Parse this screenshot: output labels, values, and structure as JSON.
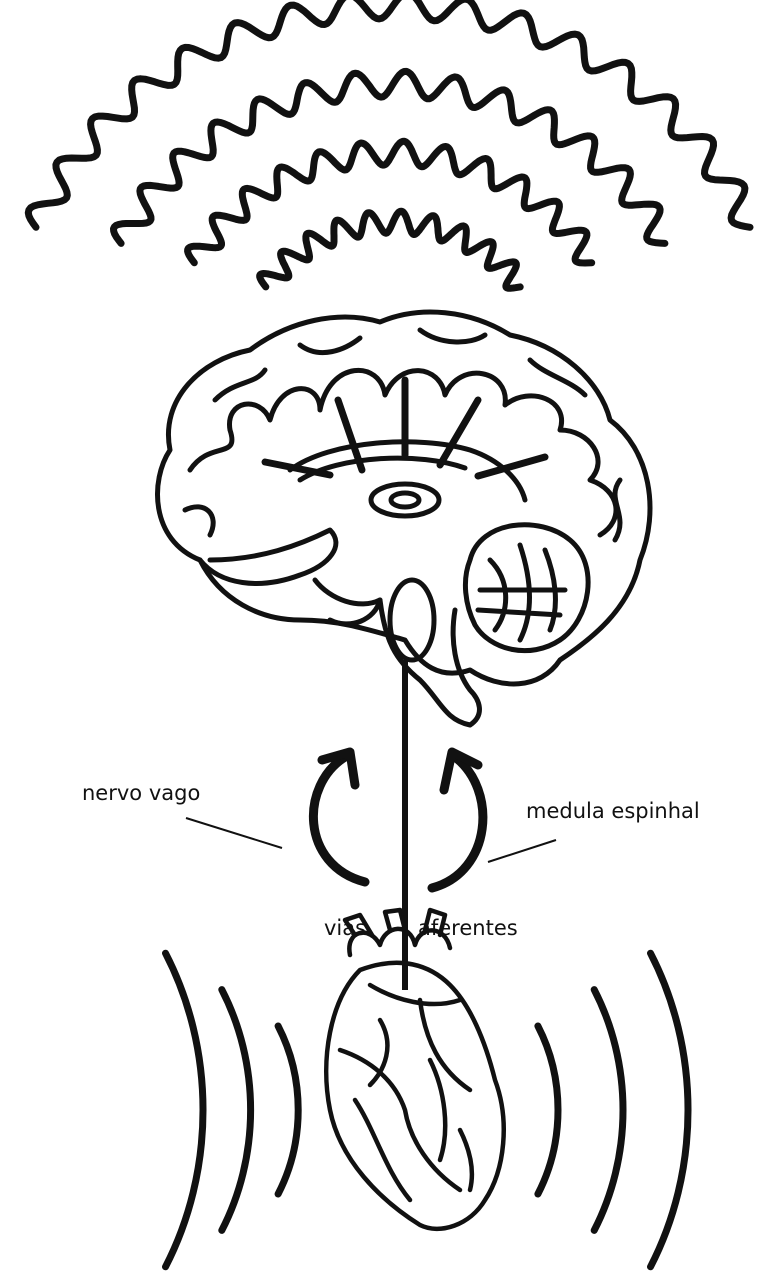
{
  "diagram": {
    "labels": {
      "vagus_nerve": "nervo vago",
      "spinal_cord": "medula espinhal",
      "pathways_left": "vias",
      "pathways_right": "aferentes"
    },
    "elements": {
      "brain": "brain-illustration",
      "heart": "heart-illustration",
      "waves_top": "brain-wave-lines",
      "waves_heart": "heart-signal-arcs"
    },
    "colors": {
      "ink": "#111111",
      "background": "#ffffff"
    }
  }
}
